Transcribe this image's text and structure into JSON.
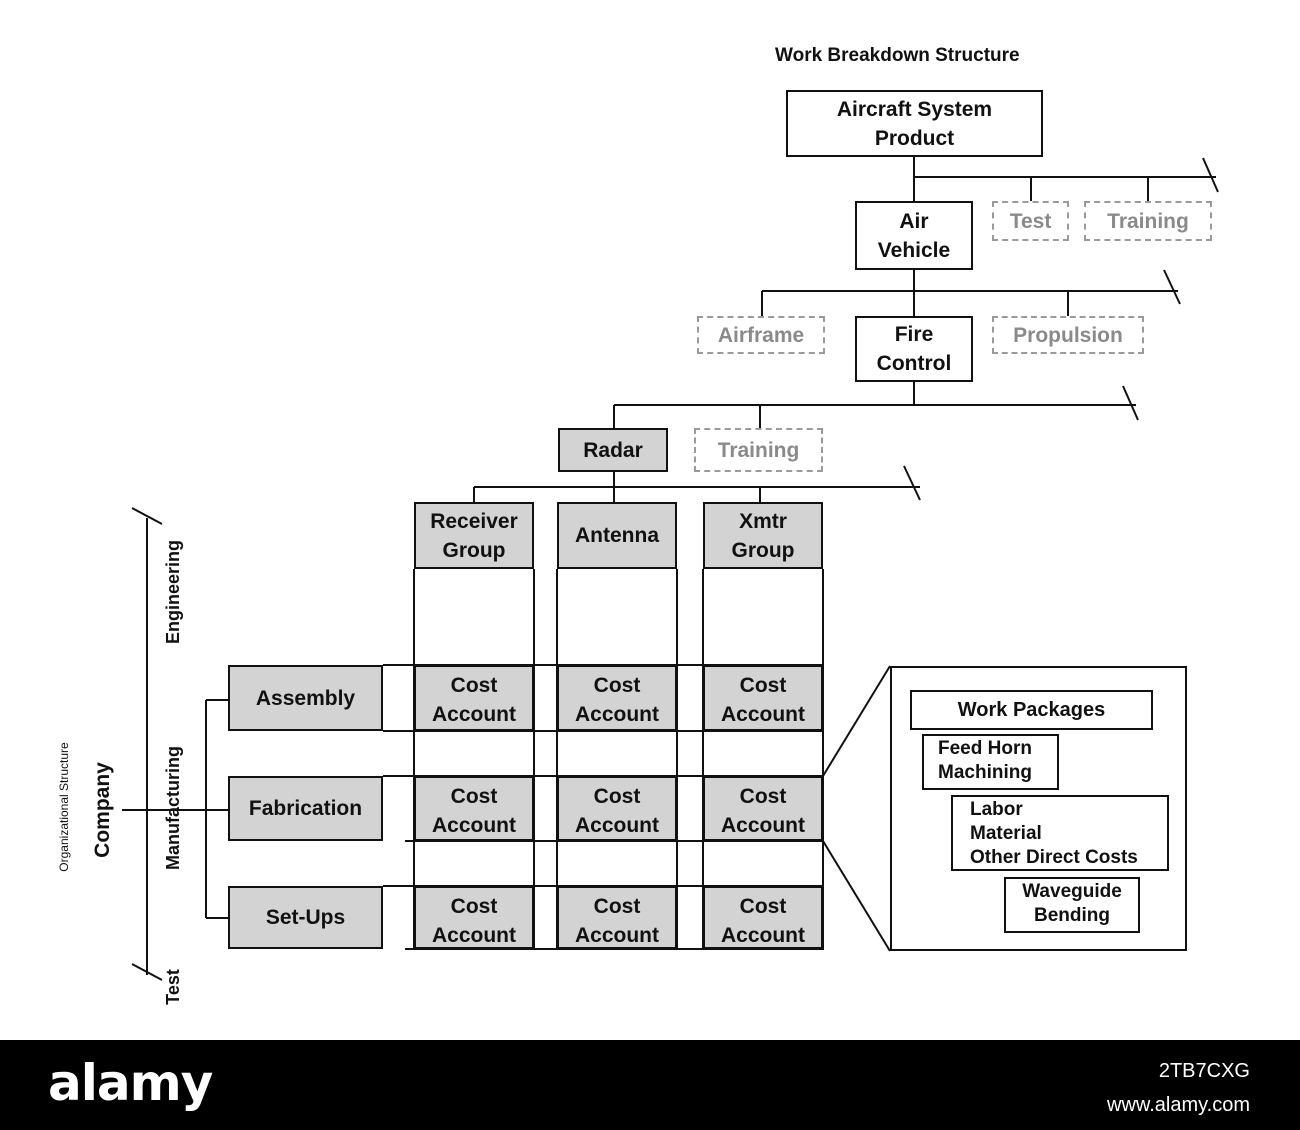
{
  "title": "Work Breakdown Structure",
  "wbs": {
    "root": "Aircraft System\nProduct",
    "level2": {
      "air_vehicle": "Air\nVehicle",
      "test": "Test",
      "training": "Training"
    },
    "level3": {
      "airframe": "Airframe",
      "fire_control": "Fire\nControl",
      "propulsion": "Propulsion"
    },
    "level4": {
      "radar": "Radar",
      "training": "Training"
    },
    "level5": {
      "receiver": "Receiver\nGroup",
      "antenna": "Antenna",
      "xmtr": "Xmtr\nGroup"
    }
  },
  "org": {
    "caption": "Organizational Structure",
    "company": "Company",
    "departments": {
      "engineering": "Engineering",
      "manufacturing": "Manufacturing",
      "test": "Test"
    },
    "functions": {
      "assembly": "Assembly",
      "fabrication": "Fabrication",
      "setups": "Set-Ups"
    }
  },
  "cost_account": "Cost\nAccount",
  "work_packages": {
    "header": "Work Packages",
    "item1": "Feed Horn\nMachining",
    "item2": "Labor\nMaterial\nOther Direct Costs",
    "item3": "Waveguide\nBending"
  },
  "footer": {
    "logo": "alamy",
    "image_id": "2TB7CXG",
    "url": "www.alamy.com"
  }
}
